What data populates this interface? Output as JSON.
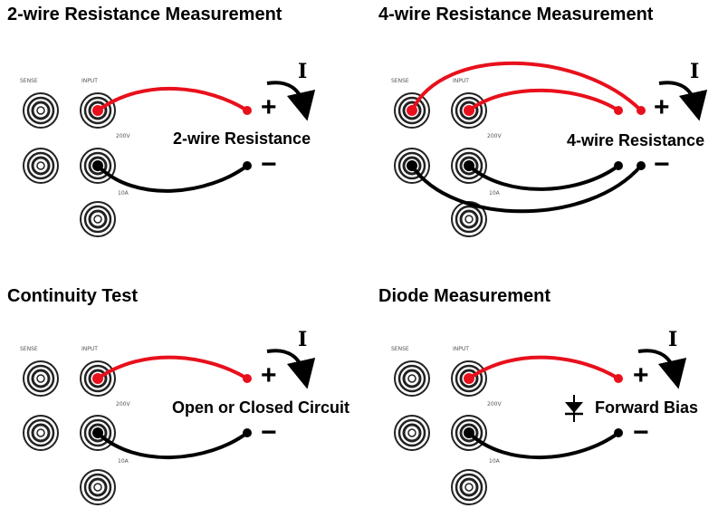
{
  "panels": [
    {
      "title": "2-wire Resistance Measurement",
      "label": "2-wire Resistance",
      "plus": "+",
      "minus": "−",
      "current": "I"
    },
    {
      "title": "4-wire Resistance Measurement",
      "label": "4-wire Resistance",
      "plus": "+",
      "minus": "−",
      "current": "I"
    },
    {
      "title": "Continuity Test",
      "label": "Open or Closed Circuit",
      "plus": "+",
      "minus": "−",
      "current": "I"
    },
    {
      "title": "Diode Measurement",
      "label": "Forward Bias",
      "plus": "+",
      "minus": "−",
      "current": "I"
    }
  ],
  "colors": {
    "red_lead": "#e8101c",
    "black_lead": "#000000",
    "jack_ring": "#222222"
  }
}
